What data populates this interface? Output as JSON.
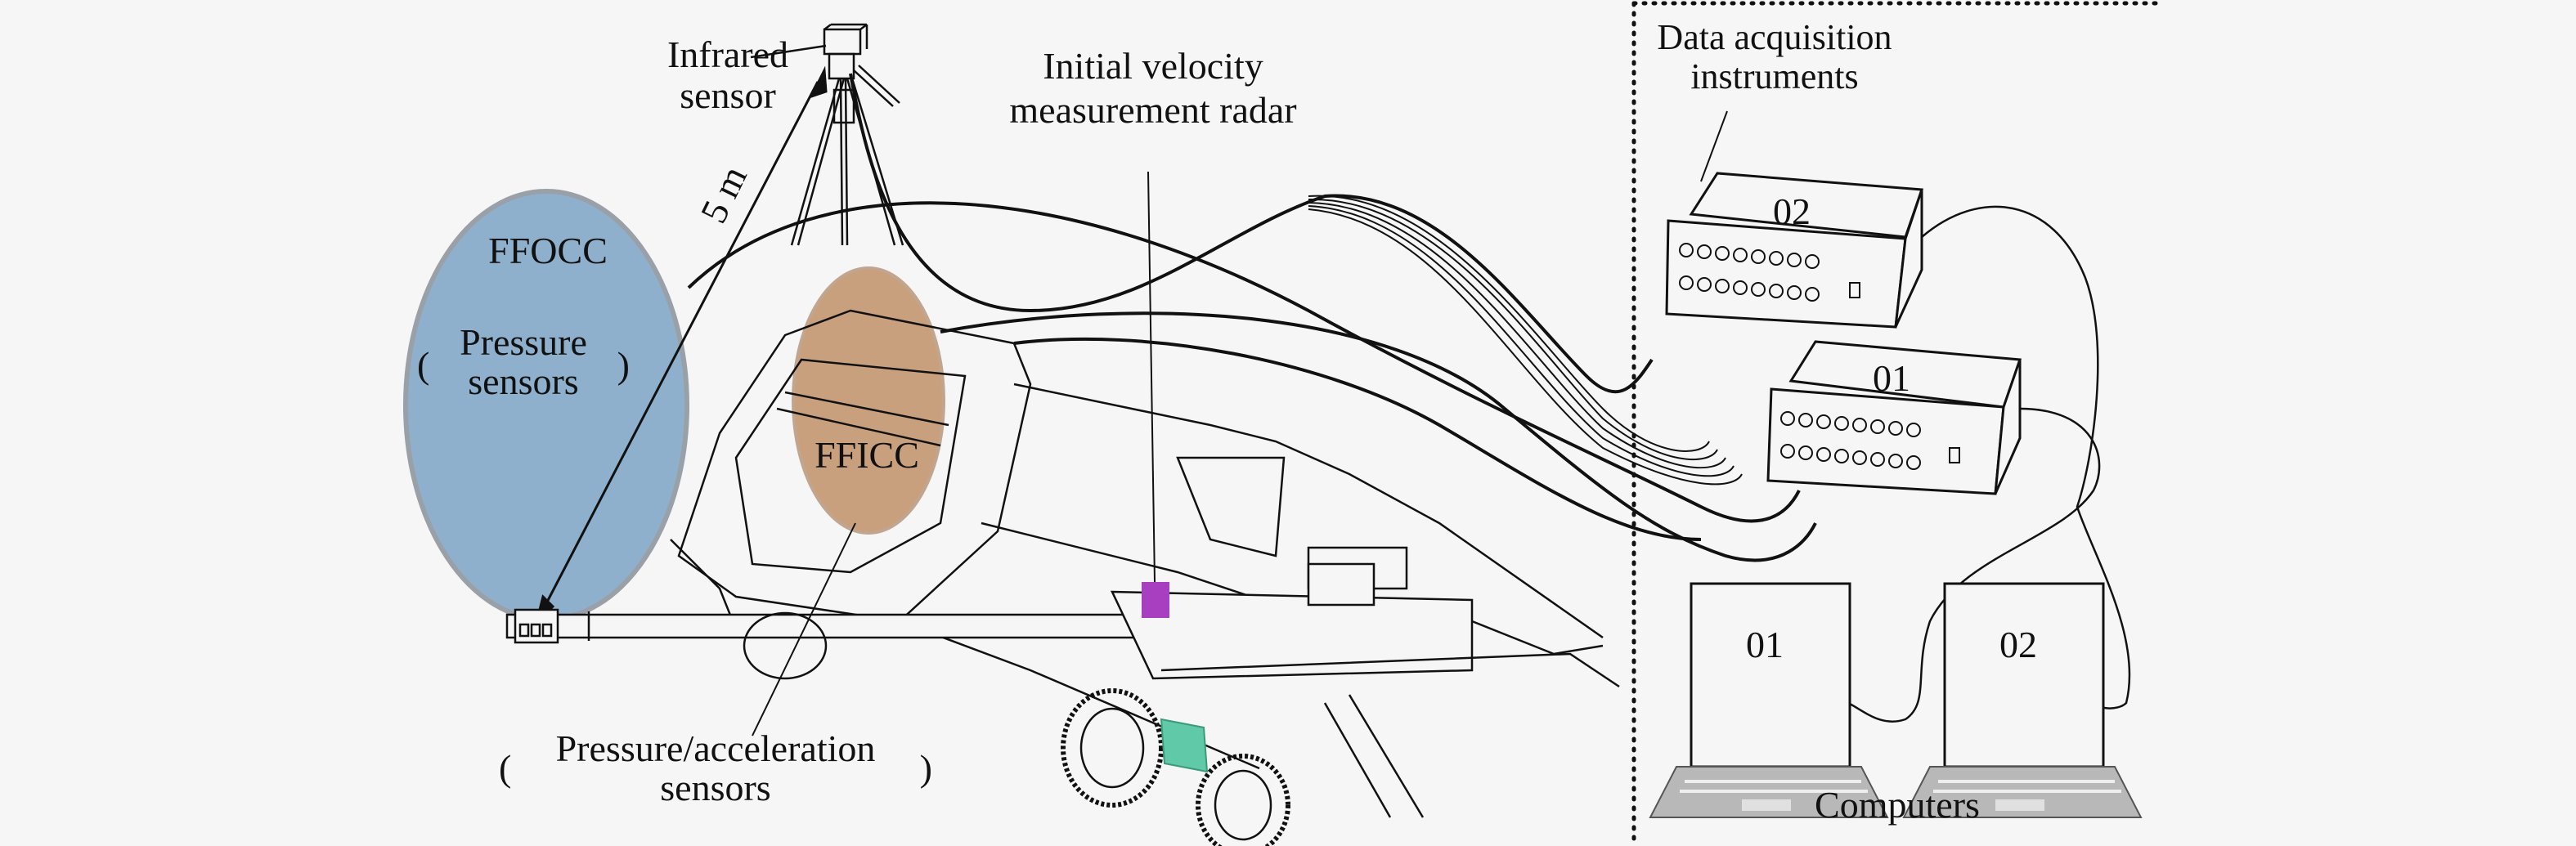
{
  "diagram": {
    "type": "experimental-setup",
    "labels": {
      "infrared_sensor_line1": "Infrared",
      "infrared_sensor_line2": "sensor",
      "distance": "5 m",
      "radar_line1": "Initial velocity",
      "radar_line2": "measurement radar",
      "daq_line1": "Data acquisition",
      "daq_line2": "instruments",
      "daq_02": "02",
      "daq_01": "01",
      "ffocc": "FFOCC",
      "ffocc_sub_line1": "Pressure",
      "ffocc_sub_line2": "sensors",
      "ffocc_paren_open": "(",
      "ffocc_paren_close": ")",
      "fficc": "FFICC",
      "fficc_sub_line1": "Pressure/acceleration",
      "fficc_sub_line2": "sensors",
      "fficc_paren_open": "(",
      "fficc_paren_close": ")",
      "computer_01": "01",
      "computer_02": "02",
      "computers": "Computers"
    },
    "colors": {
      "ffocc_region": "#8fb0cc",
      "fficc_region": "#c9a07e",
      "radar": "#a83fc0",
      "sensor_box": "#5fc9a8",
      "line": "#111111",
      "background": "#f6f6f6"
    }
  }
}
